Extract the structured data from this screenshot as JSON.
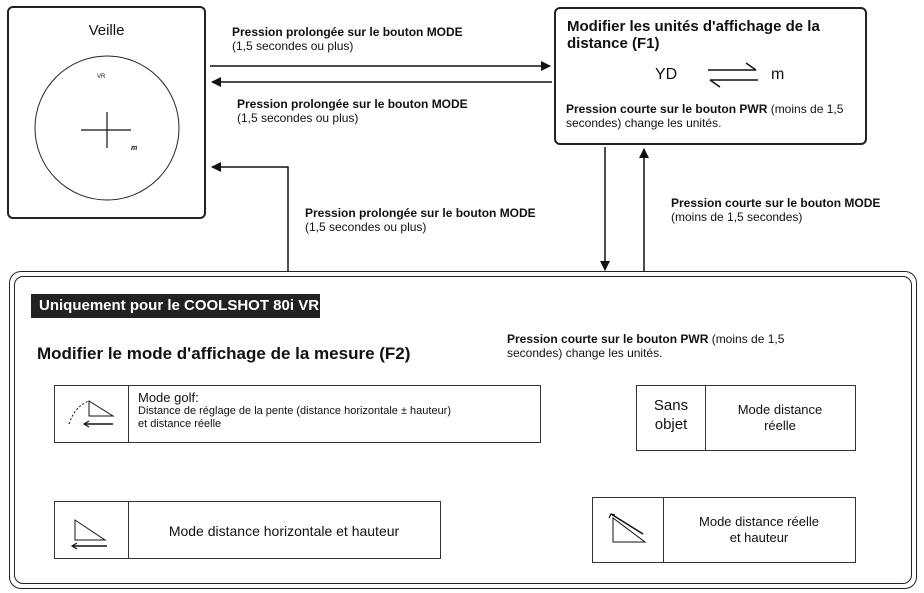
{
  "standby": {
    "title": "Veille",
    "display_vr": "VR",
    "display_unit": "m"
  },
  "f1": {
    "title_line1": "Modifier les unités d'affichage de la",
    "title_line2": "distance (F1)",
    "unit_a": "YD",
    "unit_b": "m",
    "note_bold": "Pression courte sur le bouton PWR",
    "note_rest": " (moins de 1,5",
    "note_line2": "secondes) change les unités."
  },
  "labels": {
    "top_arrow_bold": "Pression prolongée sur le bouton MODE",
    "top_arrow_sub": "(1,5 secondes ou plus)",
    "mid_arrow_bold": "Pression prolongée sur le bouton MODE",
    "mid_arrow_sub": "(1,5 secondes ou plus)",
    "left_arrow_bold": "Pression prolongée sur le bouton MODE",
    "left_arrow_sub": "(1,5 secondes ou plus)",
    "right_arrow_bold": "Pression courte sur le bouton MODE",
    "right_arrow_sub": "(moins de 1,5 secondes)"
  },
  "f2": {
    "banner": "Uniquement pour le COOLSHOT 80i VR",
    "title": "Modifier le mode d'affichage de la mesure (F2)",
    "note_bold": "Pression courte sur le bouton PWR",
    "note_rest": " (moins de 1,5",
    "note_line2": "secondes) change les unités.",
    "golf_title": "Mode golf:",
    "golf_line1": "Distance de réglage de la pente (distance horizontale ± hauteur)",
    "golf_line2": "et distance réelle",
    "sans_objet_line1": "Sans",
    "sans_objet_line2": "objet",
    "actual_line1": "Mode distance",
    "actual_line2": "réelle",
    "actual_height_line1": "Mode distance réelle",
    "actual_height_line2": "et hauteur",
    "horizontal": "Mode distance horizontale et hauteur"
  },
  "icons": {
    "golf": "slope-golf-icon",
    "actual_height": "actual-distance-height-icon",
    "horizontal": "horizontal-distance-height-icon"
  }
}
